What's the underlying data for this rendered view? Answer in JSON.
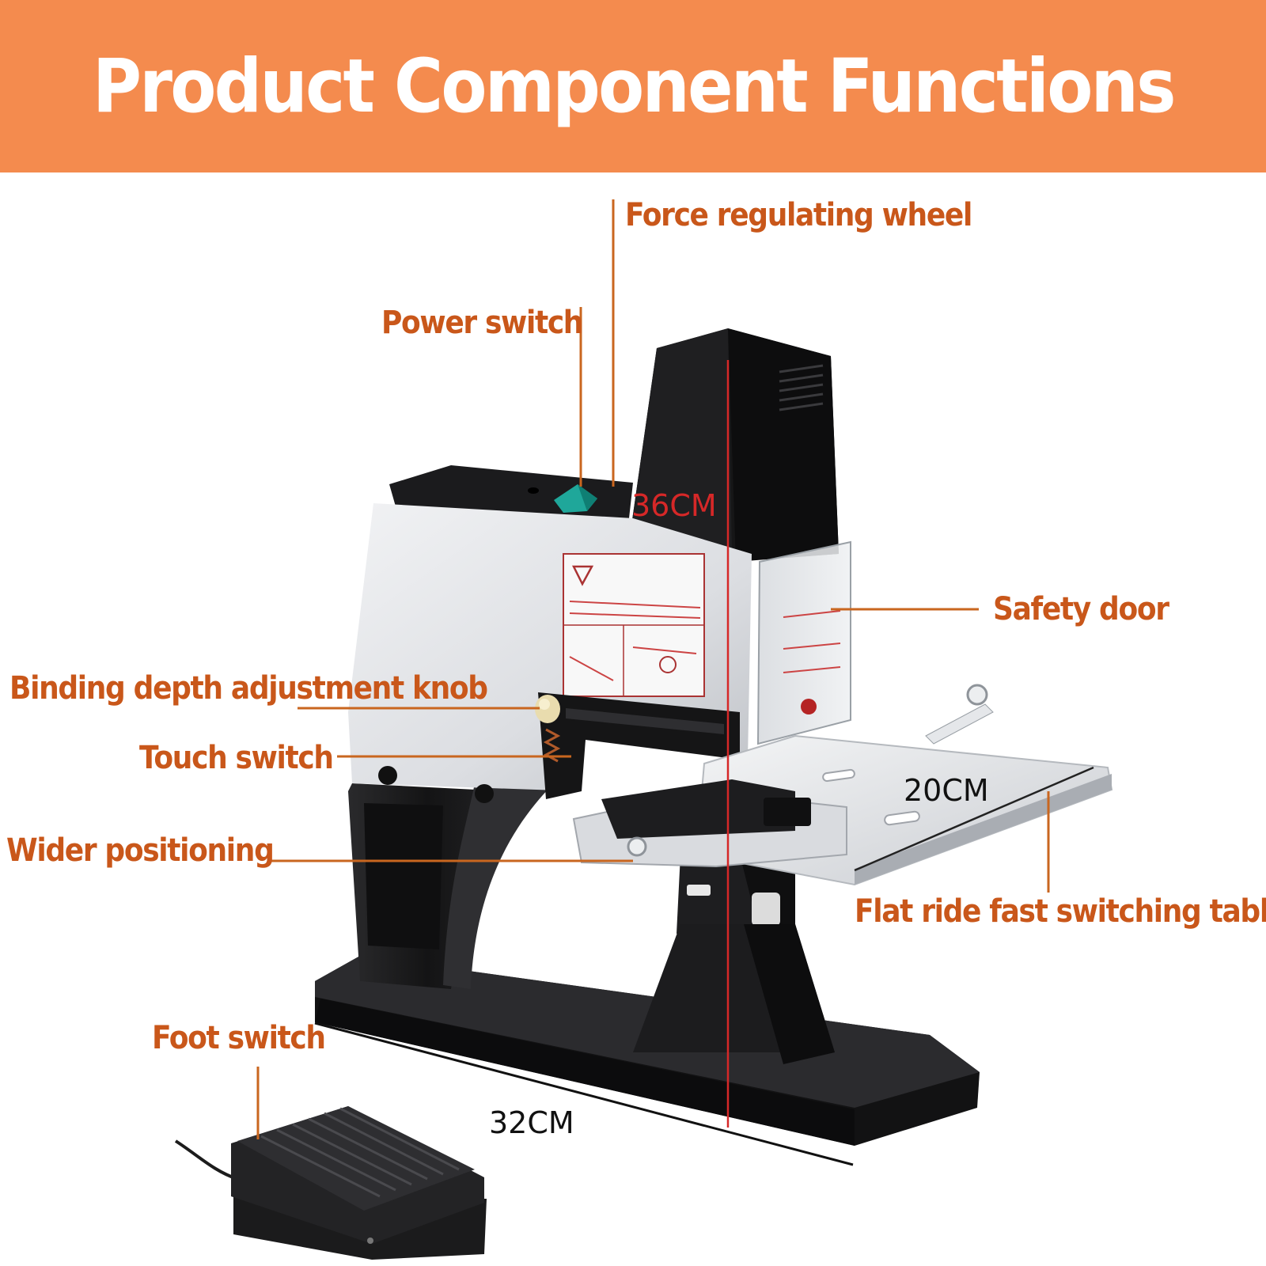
{
  "title": "Product Component Functions",
  "colors": {
    "banner": "#F48B4E",
    "title_text": "#FFFFFF",
    "label_text": "#C9571A",
    "leader_line": "#C9661F",
    "dimension_line": "#D62828",
    "dimension_text_height": "#D62828",
    "dimension_text": "#111111"
  },
  "callouts": {
    "force_wheel": "Force regulating wheel",
    "power_switch": "Power switch",
    "safety_door": "Safety door",
    "depth_knob": "Binding depth adjustment knob",
    "touch_switch": "Touch switch",
    "wider_positioning": "Wider positioning",
    "flat_table": "Flat ride fast switching table",
    "foot_switch": "Foot switch"
  },
  "dimensions": {
    "height": "36CM",
    "depth": "20CM",
    "width": "32CM"
  },
  "icons": {
    "stapler": "electric-stapler-icon",
    "pedal": "foot-pedal-icon"
  }
}
